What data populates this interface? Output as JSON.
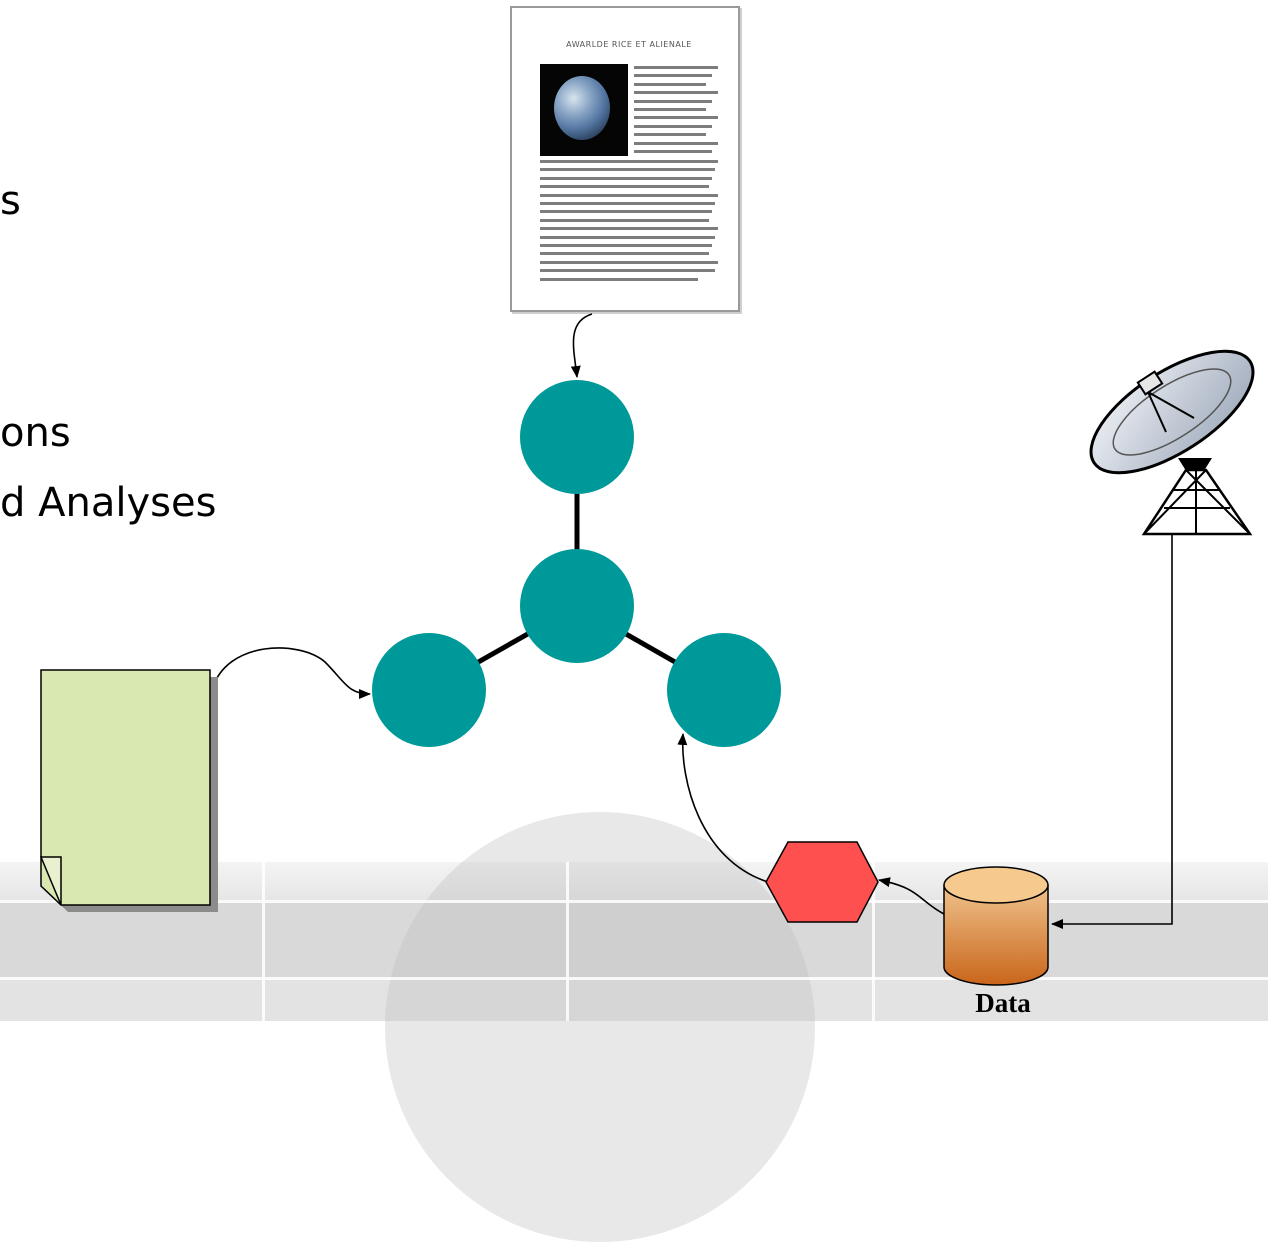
{
  "bullets": [
    {
      "text": "s"
    },
    {
      "text": "ons"
    },
    {
      "text": "d Analyses"
    }
  ],
  "newsletter": {
    "headline": "AWARLDE RICE ET ALIENALE",
    "image": "earth-photo"
  },
  "database": {
    "label": "Data"
  },
  "colors": {
    "node_fill": "#009999",
    "hexagon_fill": "#ff5050",
    "note_fill": "#d9e8b0",
    "cylinder_top": "#f6c98e",
    "cylinder_body": "#d07b2b",
    "background_band": "#d9d9d9"
  },
  "icons": [
    "satellite-dish-icon",
    "earth-photo",
    "note-page-icon",
    "database-cylinder-icon"
  ]
}
